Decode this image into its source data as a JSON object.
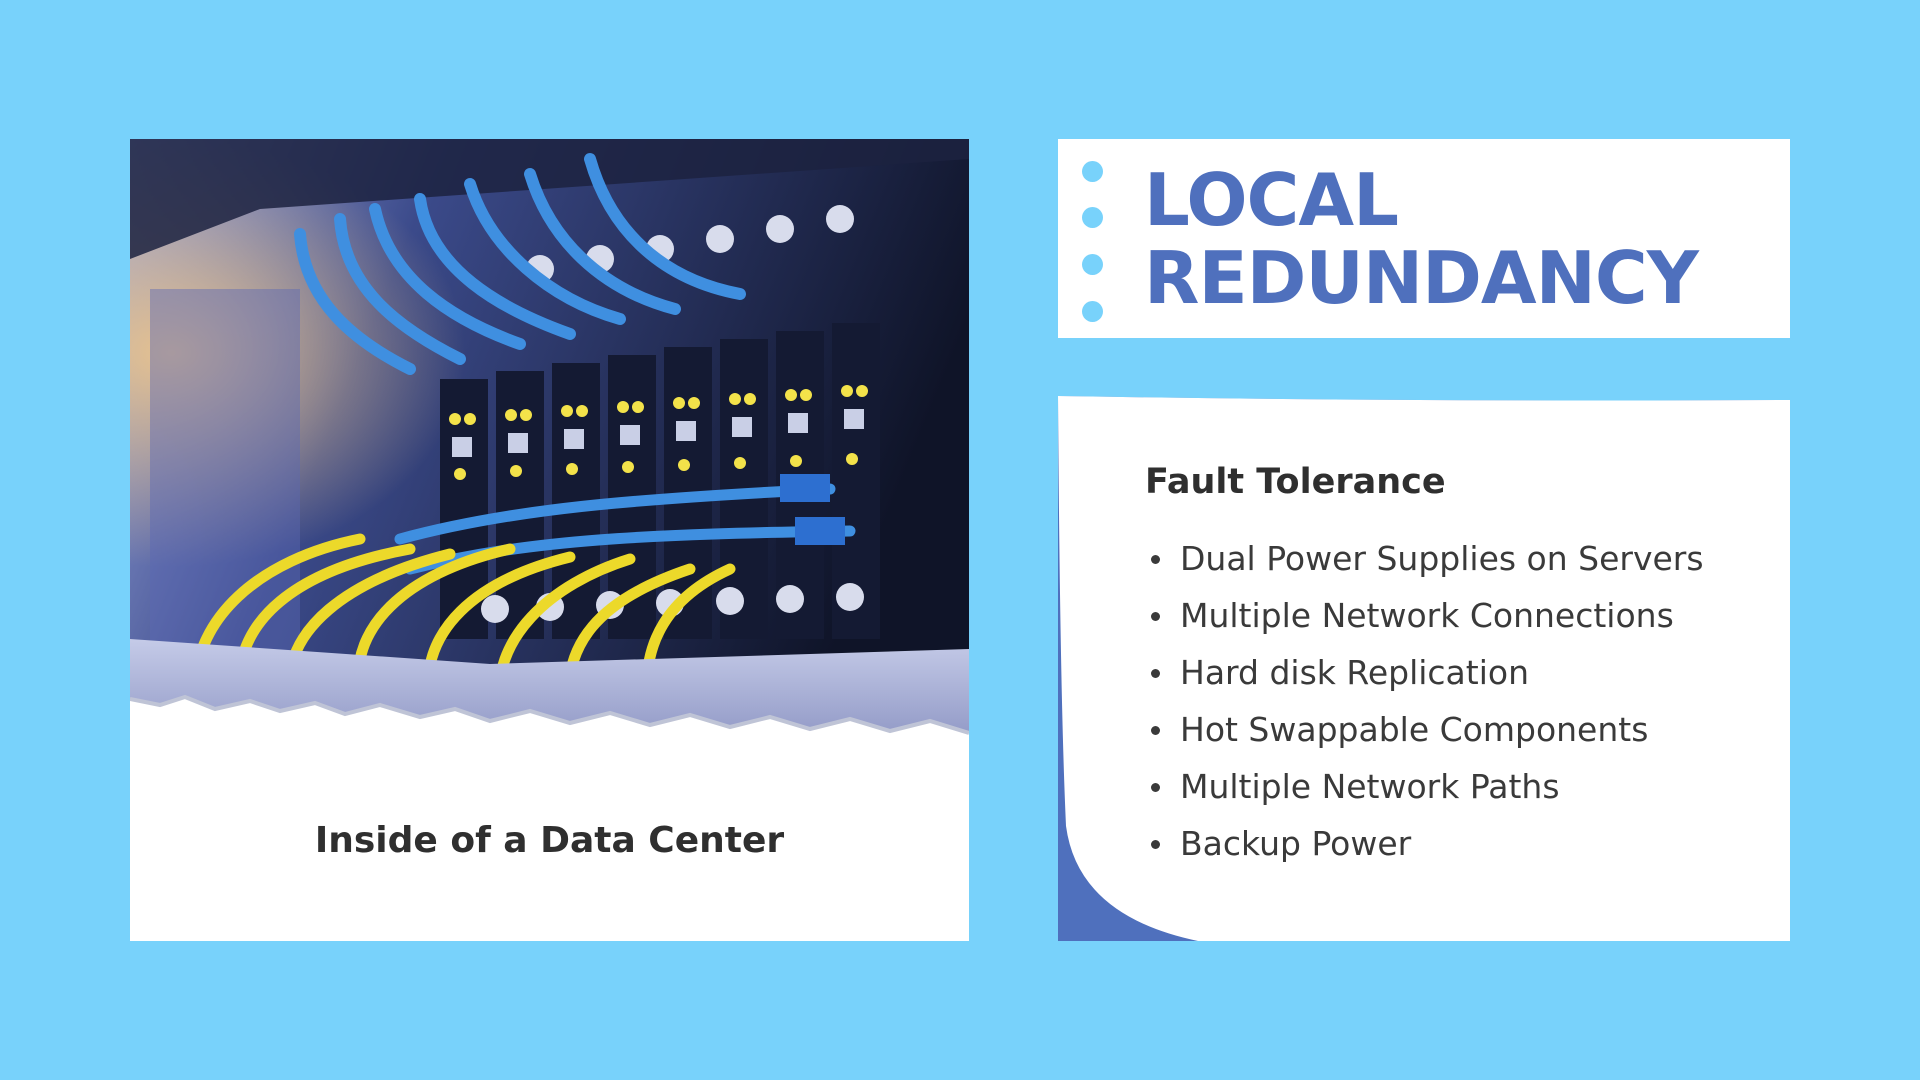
{
  "photo": {
    "caption": "Inside of a Data Center",
    "icon": "network-switch-photo"
  },
  "title": {
    "line1": "LOCAL",
    "line2": "REDUNDANCY"
  },
  "section": {
    "heading": "Fault Tolerance",
    "items": [
      "Dual Power Supplies on Servers",
      "Multiple Network Connections",
      "Hard disk Replication",
      "Hot Swappable Components",
      "Multiple Network Paths",
      "Backup Power"
    ]
  },
  "colors": {
    "background": "#78d2fb",
    "title": "#4f70bd",
    "card": "#ffffff",
    "accent": "#4f70bd",
    "text": "#2f2f2f",
    "blue_cable": "#3f8fe0",
    "yellow_cable": "#ecd92a"
  }
}
